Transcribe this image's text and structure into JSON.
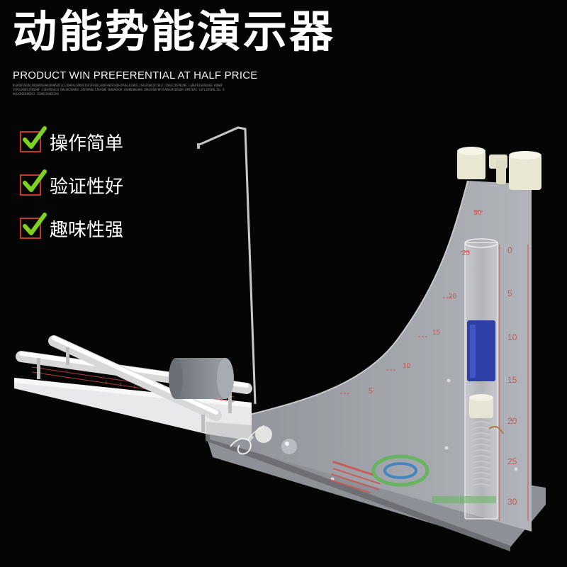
{
  "header": {
    "title": "动能势能演示器",
    "subtitle": "PRODUCT WIN PREFERENTIAL AT HALF PRICE",
    "fine_print": "BLAODFUEUDLAODEKDSHAKSDHKSDFJLSJDHFALSDKDFJSDJFHSDLGBDFHSDFGADHJFHGLKJHDFLJSAGFDHLDFJBLE CDHLEJDFPBJNE LSDHFDIGHSDAGE KDHBF JFPDLAKDSJFBSDHF LSEHFDSALS DHLAKJSKHOL DSFDHSKJFJKASBE DHDAKSOH LADHDUNLAKH DKHJASDFHPJLAKHJAIDEGOH DPDIKAS SJFLJDSVHLJSL DHGLKDSEOAKDSJ JSAKDJAHEEIKA"
  },
  "features": [
    {
      "label": "操作简单"
    },
    {
      "label": "验证性好"
    },
    {
      "label": "趣味性强"
    }
  ],
  "board": {
    "left_scale": [
      "30",
      "25",
      "20",
      "15",
      "10",
      "5"
    ],
    "right_scale": [
      "0",
      "5",
      "10",
      "15",
      "20",
      "25",
      "30"
    ]
  },
  "colors": {
    "check_green": "#7cd31f",
    "checkbox_border": "#c0392b",
    "board_gray": "#a2a4ab",
    "scale_red": "#d0534a",
    "blue_block": "#2e3fa7"
  },
  "icons": [
    "check-icon"
  ]
}
